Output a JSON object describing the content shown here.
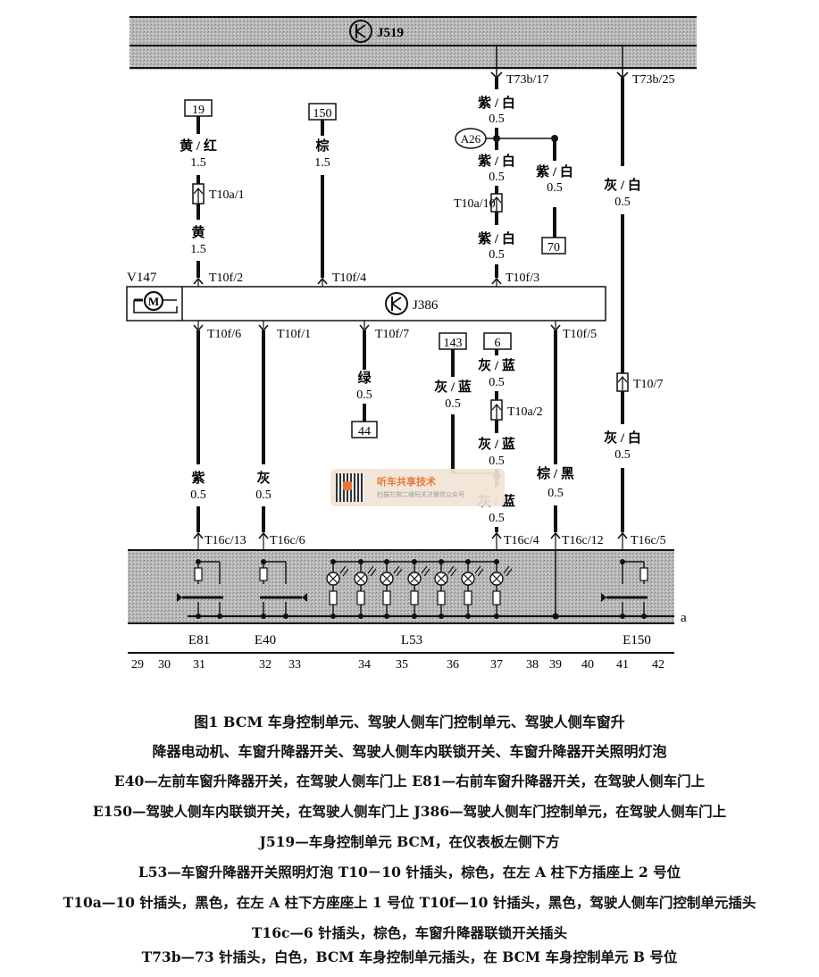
{
  "modules": {
    "bcm": {
      "id": "J519"
    },
    "door_ecu": {
      "id": "J386"
    },
    "motor": {
      "id": "V147",
      "symbol": "M"
    }
  },
  "connectors_top": {
    "t73b_17": "T73b/17",
    "t73b_25": "T73b/25",
    "t10f_2": "T10f/2",
    "t10f_4": "T10f/4",
    "t10f_3": "T10f/3",
    "t10a_1": "T10a/1",
    "t10a_10": "T10a/10",
    "t10a_2": "T10a/2",
    "t10_7": "T10/7"
  },
  "connectors_bottom": {
    "t10f_6": "T10f/6",
    "t10f_1": "T10f/1",
    "t10f_7": "T10f/7",
    "t10f_5": "T10f/5",
    "t16c_13": "T16c/13",
    "t16c_6": "T16c/6",
    "t16c_4": "T16c/4",
    "t16c_12": "T16c/12",
    "t16c_5": "T16c/5"
  },
  "references": {
    "r19": "19",
    "r150": "150",
    "r70": "70",
    "r44": "44",
    "r143": "143",
    "r6": "6",
    "a26": "A26"
  },
  "wires": {
    "w1_color": "黄 / 红",
    "w1_size": "1.5",
    "w2_color": "黄",
    "w2_size": "1.5",
    "w3_color": "棕",
    "w3_size": "1.5",
    "w4_color": "紫 / 白",
    "w4_size": "0.5",
    "w5_color": "紫 / 白",
    "w5_size": "0.5",
    "w6_color": "紫 / 白",
    "w6_size": "0.5",
    "w7_color": "紫 / 白",
    "w7_size": "0.5",
    "w8_color": "灰 / 白",
    "w8_size": "0.5",
    "w9_color": "灰 / 白",
    "w9_size": "0.5",
    "w10_color": "紫",
    "w10_size": "0.5",
    "w11_color": "灰",
    "w11_size": "0.5",
    "w12_color": "绿",
    "w12_size": "0.5",
    "w13_color": "灰 / 蓝",
    "w13_size": "0.5",
    "w14_color": "灰 / 蓝",
    "w14_size": "0.5",
    "w15_color": "灰 / 蓝",
    "w15_size": "0.5",
    "w16_color": "灰 / 蓝",
    "w16_size": "0.5",
    "w17_color": "棕 / 黑",
    "w17_size": "0.5"
  },
  "components": {
    "e81": "E81",
    "e40": "E40",
    "l53": "L53",
    "e150": "E150",
    "ground_label": "a"
  },
  "grid_numbers": [
    "29",
    "30",
    "31",
    "32",
    "33",
    "34",
    "35",
    "36",
    "37",
    "38",
    "39",
    "40",
    "41",
    "42"
  ],
  "watermark": {
    "title": "听车共享技术",
    "subtitle": "扫描左侧二维码关注微信公众号"
  },
  "caption": {
    "line1": "图1  BCM 车身控制单元、驾驶人侧车门控制单元、驾驶人侧车窗升",
    "line2": "降器电动机、车窗升降器开关、驾驶人侧车内联锁开关、车窗升降器开关照明灯泡",
    "line3": "E40—左前车窗升降器开关，在驾驶人侧车门上   E81—右前车窗升降器开关，在驾驶人侧车门上",
    "line4": "E150—驾驶人侧车内联锁开关，在驾驶人侧车门上   J386—驾驶人侧车门控制单元，在驾驶人侧车门上",
    "line5": "J519—车身控制单元 BCM，在仪表板左侧下方",
    "line6": "L53—车窗升降器开关照明灯泡   T10－10 针插头，棕色，在左 A 柱下方插座上 2 号位",
    "line7": "T10a—10 针插头，黑色，在左 A 柱下方座座上 1 号位   T10f—10 针插头，黑色，驾驶人侧车门控制单元插头",
    "line8": "T16c—6 针插头，棕色，车窗升降器联锁开关插头",
    "line9": "T73b—73 针插头，白色，BCM 车身控制单元插头，在 BCM 车身控制单元 B 号位"
  }
}
